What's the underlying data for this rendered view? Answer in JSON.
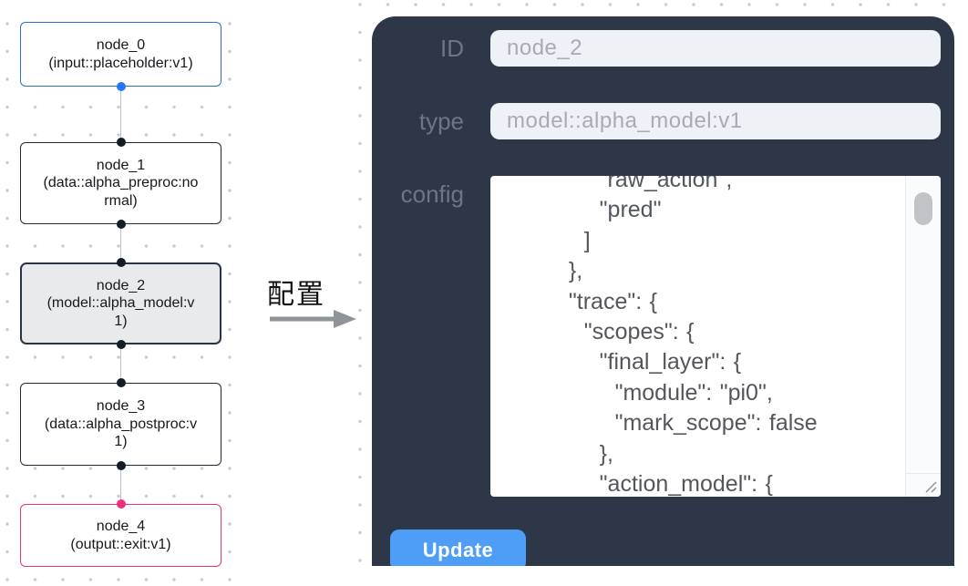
{
  "graph": {
    "nodes": [
      {
        "id": "node_0",
        "title": "node_0",
        "subtitle": "(input::placeholder:v1)",
        "variant": "input"
      },
      {
        "id": "node_1",
        "title": "node_1",
        "subtitle": "(data::alpha_preproc:normal)",
        "variant": "default"
      },
      {
        "id": "node_2",
        "title": "node_2",
        "subtitle": "(model::alpha_model:v1)",
        "variant": "selected"
      },
      {
        "id": "node_3",
        "title": "node_3",
        "subtitle": "(data::alpha_postproc:v1)",
        "variant": "default"
      },
      {
        "id": "node_4",
        "title": "node_4",
        "subtitle": "(output::exit:v1)",
        "variant": "output"
      }
    ],
    "colors": {
      "input_accent": "#2b6fc4",
      "default_accent": "#212a37",
      "selected_fill": "#e9eaec",
      "output_accent": "#ee3080",
      "handle_dark": "#141c28",
      "handle_blue": "#2777ee",
      "handle_pink": "#ef2f7e"
    }
  },
  "transition": {
    "label": "配置"
  },
  "inspector": {
    "id_field": {
      "label": "ID",
      "value": "node_2"
    },
    "type_field": {
      "label": "type",
      "value": "model::alpha_model:v1"
    },
    "config_field": {
      "label": "config",
      "value": "      \"raw_action\",\n      \"pred\"\n    ]\n  },\n  \"trace\": {\n    \"scopes\": {\n      \"final_layer\": {\n        \"module\": \"pi0\",\n        \"mark_scope\": false\n      },\n      \"action_model\": {"
    },
    "update_label": "Update",
    "colors": {
      "panel_bg": "#2d3748",
      "button_bg": "#4e9ef7",
      "label_gray": "#6e7683"
    }
  }
}
